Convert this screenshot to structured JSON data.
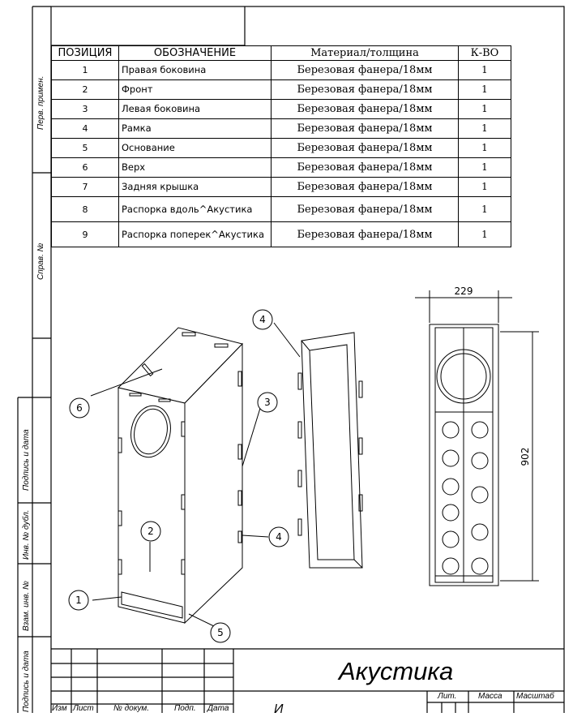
{
  "stamp": {
    "side_labels": [
      "Перв. примен.",
      "Справ. №",
      "Подпись и дата",
      "Инв. № дубл.",
      "Взам. инв. №",
      "Подпись и дата"
    ]
  },
  "spec_table": {
    "headers": [
      "ПОЗИЦИЯ",
      "ОБОЗНАЧЕНИЕ",
      "Материал/толщина",
      "К-ВО"
    ],
    "rows": [
      {
        "pos": "1",
        "name": "Правая боковина",
        "material": "Березовая фанера/18мм",
        "qty": "1"
      },
      {
        "pos": "2",
        "name": "Фронт",
        "material": "Березовая фанера/18мм",
        "qty": "1"
      },
      {
        "pos": "3",
        "name": "Левая боковина",
        "material": "Березовая фанера/18мм",
        "qty": "1"
      },
      {
        "pos": "4",
        "name": "Рамка",
        "material": "Березовая фанера/18мм",
        "qty": "1"
      },
      {
        "pos": "5",
        "name": "Основание",
        "material": "Березовая фанера/18мм",
        "qty": "1"
      },
      {
        "pos": "6",
        "name": "Верх",
        "material": "Березовая фанера/18мм",
        "qty": "1"
      },
      {
        "pos": "7",
        "name": "Задняя крышка",
        "material": "Березовая фанера/18мм",
        "qty": "1"
      },
      {
        "pos": "8",
        "name": "Распорка вдоль^Акустика",
        "material": "Березовая фанера/18мм",
        "qty": "1"
      },
      {
        "pos": "9",
        "name": "Распорка поперек^Акустика",
        "material": "Березовая фанера/18мм",
        "qty": "1"
      }
    ]
  },
  "drawing": {
    "dim_width": "229",
    "dim_height": "902",
    "balloons": [
      "1",
      "2",
      "3",
      "4",
      "4",
      "5",
      "6"
    ]
  },
  "title_block": {
    "title": "Акустика",
    "headers": [
      "Изм",
      "Лист",
      "№ докум.",
      "Подп.",
      "Дата"
    ],
    "lit": "Лит.",
    "mass": "Масса",
    "scale": "Масштаб",
    "partial": "И"
  }
}
